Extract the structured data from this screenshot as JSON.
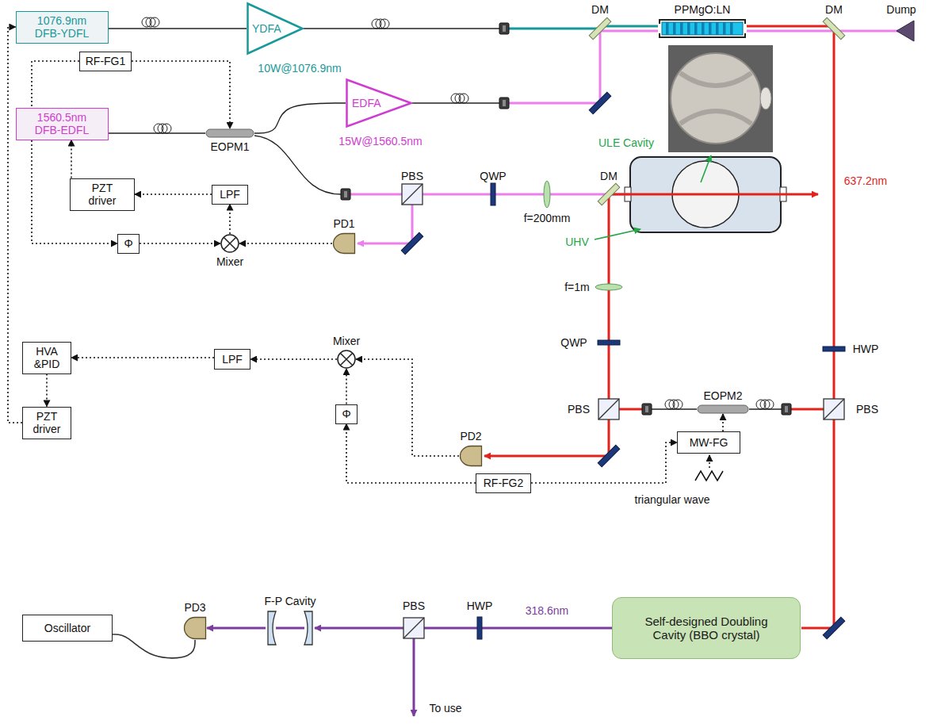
{
  "diagram": {
    "nodes": [
      {
        "text": [
          "1076.9nm DFB-YDFL"
        ]
      },
      {
        "text": [
          "YDFA"
        ]
      },
      {
        "text": [
          "PPMgO:LN"
        ]
      },
      {
        "text": [
          "RF-FG1"
        ]
      },
      {
        "text": [
          "1560.5nm DFB-EDFL"
        ]
      },
      {
        "text": [
          "EOPM1"
        ]
      },
      {
        "text": [
          "EDFA"
        ]
      },
      {
        "text": [
          "PZT driver"
        ]
      },
      {
        "text": [
          "LPF"
        ]
      },
      {
        "text": [
          "Mixer"
        ]
      },
      {
        "text": [
          "Φ"
        ]
      },
      {
        "text": [
          "PD1"
        ]
      },
      {
        "text": [
          "HVA &PID"
        ]
      },
      {
        "text": [
          "LPF"
        ]
      },
      {
        "text": [
          "Mixer"
        ]
      },
      {
        "text": [
          "Φ"
        ]
      },
      {
        "text": [
          "PZT driver"
        ]
      },
      {
        "text": [
          "PD2"
        ]
      },
      {
        "text": [
          "RF-FG2"
        ]
      },
      {
        "text": [
          "EOPM2"
        ]
      },
      {
        "text": [
          "MW-FG"
        ]
      },
      {
        "text": [
          "PD3"
        ]
      },
      {
        "text": [
          "Oscillator"
        ]
      },
      {
        "text": [
          "F-P Cavity"
        ]
      },
      {
        "text": [
          "Self-designed Doubling Cavity (BBO crystal)"
        ]
      }
    ],
    "edges": [
      {
        "from": 0,
        "to": 1,
        "arrow": "none"
      },
      {
        "from": 4,
        "to": 5,
        "arrow": "none"
      },
      {
        "from": 5,
        "to": 6,
        "arrow": "none"
      },
      {
        "from": 3,
        "to": 5,
        "arrow": "to"
      },
      {
        "from": 3,
        "to": 10,
        "arrow": "to"
      },
      {
        "from": 10,
        "to": 9,
        "arrow": "to"
      },
      {
        "from": 11,
        "to": 9,
        "arrow": "to"
      },
      {
        "from": 9,
        "to": 8,
        "arrow": "to"
      },
      {
        "from": 8,
        "to": 7,
        "arrow": "to"
      },
      {
        "from": 7,
        "to": 4,
        "arrow": "to"
      },
      {
        "from": 17,
        "to": 14,
        "arrow": "to"
      },
      {
        "from": 15,
        "to": 14,
        "arrow": "to"
      },
      {
        "from": 18,
        "to": 15,
        "arrow": "to"
      },
      {
        "from": 18,
        "to": 20,
        "arrow": "to"
      },
      {
        "from": 14,
        "to": 13,
        "arrow": "to"
      },
      {
        "from": 13,
        "to": 12,
        "arrow": "to"
      },
      {
        "from": 12,
        "to": 16,
        "arrow": "to"
      },
      {
        "from": 16,
        "to": 0,
        "arrow": "to"
      },
      {
        "from": 20,
        "to": 19,
        "arrow": "to"
      },
      {
        "from": 21,
        "to": 22,
        "arrow": "none"
      },
      {
        "from": 23,
        "to": 21,
        "arrow": "to"
      },
      {
        "from": 24,
        "to": 23,
        "arrow": "to"
      }
    ],
    "labels": [
      "DM",
      "DM",
      "Dump",
      "10W@1076.9nm",
      "15W@1560.5nm",
      "ULE Cavity",
      "PBS",
      "QWP",
      "DM",
      "f=200mm",
      "637.2nm",
      "UHV",
      "f=1m",
      "QWP",
      "HWP",
      "PBS",
      "PBS",
      "triangular wave",
      "318.6nm",
      "HWP",
      "PBS",
      "To use"
    ]
  }
}
